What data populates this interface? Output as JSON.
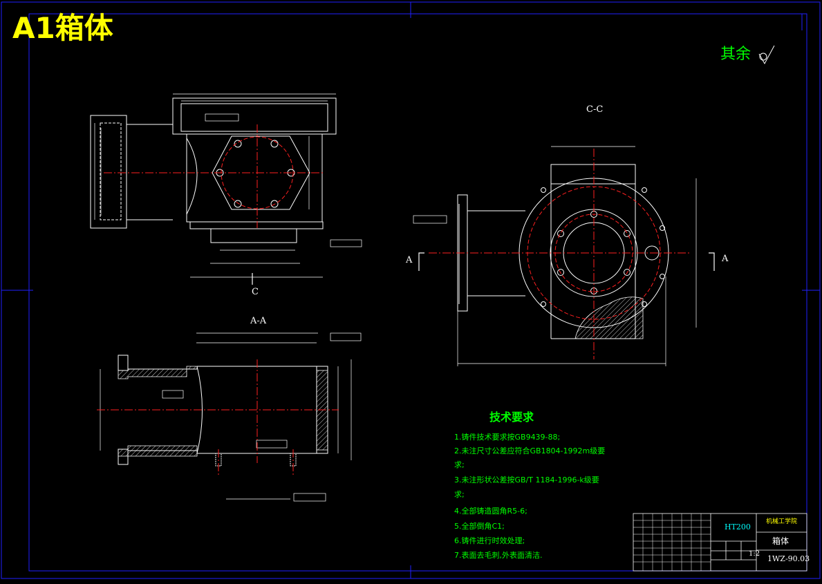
{
  "sheet_title": "A1箱体",
  "roughness_note": "其余",
  "views": {
    "section_cc": "C-C",
    "section_aa": "A-A",
    "arrow_c": "C",
    "arrow_a_left": "A",
    "arrow_a_right": "A"
  },
  "tech_requirements": {
    "heading": "技术要求",
    "items": [
      "1.铸件技术要求按GB9439-88;",
      "2.未注尺寸公差应符合GB1804-1992m级要",
      "求;",
      "3.未注形状公差按GB/T 1184-1996-k级要",
      "求;",
      "4.全部铸造圆角R5-6;",
      "5.全部倒角C1;",
      "6.铸件进行时效处理;",
      "7.表面去毛刺,外表面清洁."
    ]
  },
  "title_block": {
    "material": "HT200",
    "school": "机械工学院",
    "part_name": "箱体",
    "scale": "1:2",
    "drawing_number": "1WZ-90.03"
  },
  "colors": {
    "outline": "#ffffff",
    "centerline": "#ff0000",
    "dimension": "#ffffff",
    "frame": "#2020ff",
    "title": "#ffff00",
    "notes": "#00ff00"
  }
}
